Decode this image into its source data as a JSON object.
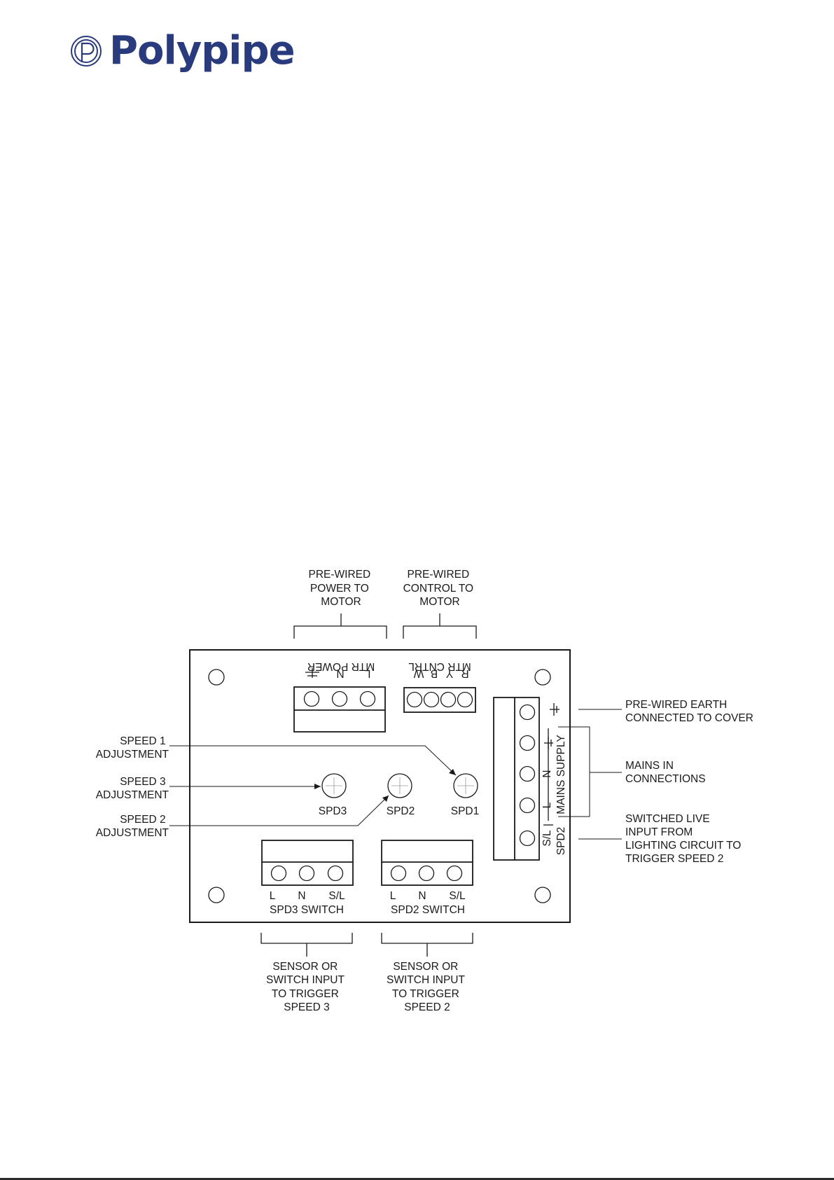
{
  "brand": {
    "name": "Polypipe",
    "color": "#2a3b7d",
    "icon": "polypipe-logo-icon"
  },
  "labels": {
    "pre_wired_power": [
      "PRE-WIRED",
      "POWER TO",
      "MOTOR"
    ],
    "pre_wired_control": [
      "PRE-WIRED",
      "CONTROL TO",
      "MOTOR"
    ],
    "mtr_power": "MTR POWER",
    "mtr_cntrl": "MTR CNTRL",
    "mtr_power_pins": [
      "L",
      "N"
    ],
    "mtr_cntrl_pins": [
      "R",
      "Y",
      "B",
      "W"
    ],
    "speed1": [
      "SPEED 1",
      "ADJUSTMENT"
    ],
    "speed3": [
      "SPEED 3",
      "ADJUSTMENT"
    ],
    "speed2": [
      "SPEED 2",
      "ADJUSTMENT"
    ],
    "spd3": "SPD3",
    "spd2": "SPD2",
    "spd1": "SPD1",
    "switch_pins": [
      "L",
      "N",
      "S/L"
    ],
    "spd3_switch": "SPD3 SWITCH",
    "spd2_switch": "SPD2 SWITCH",
    "mains_pins": [
      "N",
      "L",
      "S/L"
    ],
    "mains_supply": "MAINS SUPPLY",
    "spd2_vertical": "SPD2",
    "pre_wired_earth": [
      "PRE-WIRED EARTH",
      "CONNECTED TO COVER"
    ],
    "mains_in": [
      "MAINS IN",
      "CONNECTIONS"
    ],
    "switched_live": [
      "SWITCHED LIVE",
      "INPUT FROM",
      "LIGHTING CIRCUIT TO",
      "TRIGGER SPEED 2"
    ],
    "sensor3": [
      "SENSOR OR",
      "SWITCH INPUT",
      "TO TRIGGER",
      "SPEED 3"
    ],
    "sensor2": [
      "SENSOR OR",
      "SWITCH INPUT",
      "TO TRIGGER",
      "SPEED 2"
    ]
  }
}
